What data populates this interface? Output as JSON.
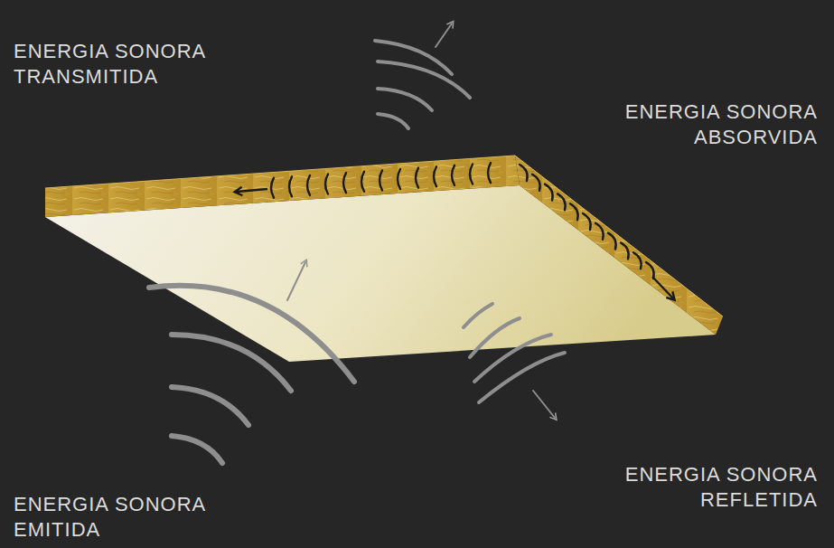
{
  "diagram": {
    "labels": [
      "ENERGIA SONORA TRANSMITIDA",
      "ENERGIA SONORA ABSORVIDA",
      "ENERGIA SONORA REFLETIDA",
      "ENERGIA SONORA EMITIDA"
    ]
  }
}
